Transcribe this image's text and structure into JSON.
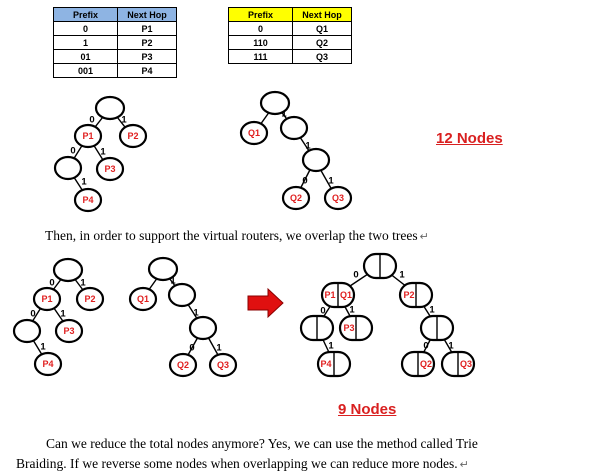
{
  "table_p": {
    "headers": [
      "Prefix",
      "Next Hop"
    ],
    "rows": [
      [
        "0",
        "P1"
      ],
      [
        "1",
        "P2"
      ],
      [
        "01",
        "P3"
      ],
      [
        "001",
        "P4"
      ]
    ]
  },
  "table_q": {
    "headers": [
      "Prefix",
      "Next Hop"
    ],
    "rows": [
      [
        "0",
        "Q1"
      ],
      [
        "110",
        "Q2"
      ],
      [
        "111",
        "Q3"
      ]
    ]
  },
  "labels": {
    "twelve_nodes": "12 Nodes",
    "nine_nodes": "9 Nodes",
    "edge0": "0",
    "edge1": "1",
    "P1": "P1",
    "P2": "P2",
    "P3": "P3",
    "P4": "P4",
    "Q1": "Q1",
    "Q2": "Q2",
    "Q3": "Q3"
  },
  "text": {
    "overlap_sentence": "Then, in order to support the virtual routers, we overlap the two trees",
    "question_line1": "Can we reduce the total nodes anymore? Yes, we can use the method called Trie",
    "question_line2": "Braiding. If we reverse some nodes when overlapping we can reduce more nodes.",
    "return_mark": "↵"
  },
  "colors": {
    "node_label": "#e02020",
    "arrow": "#e01010",
    "table_p_header": "#8eb4e3",
    "table_q_header": "#ffff00"
  }
}
